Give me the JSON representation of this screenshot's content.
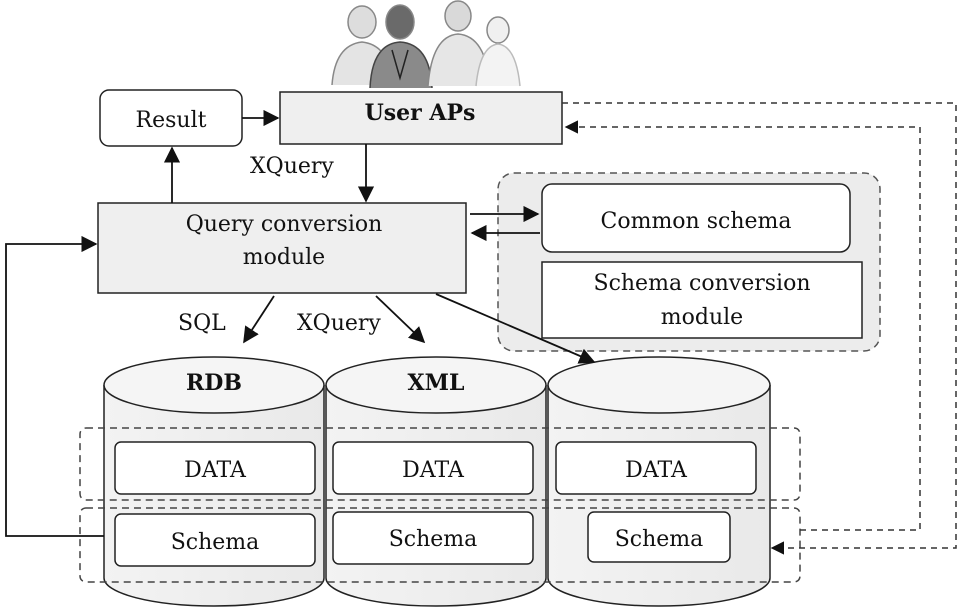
{
  "nodes": {
    "result": "Result",
    "user_aps": "User APs",
    "query_conversion": [
      "Query conversion",
      "module"
    ],
    "common_schema": "Common schema",
    "schema_conversion": [
      "Schema conversion",
      "module"
    ]
  },
  "edge_labels": {
    "xquery_top": "XQuery",
    "sql": "SQL",
    "xquery_mid": "XQuery"
  },
  "databases": [
    {
      "name": "RDB",
      "data": "DATA",
      "schema": "Schema"
    },
    {
      "name": "XML",
      "data": "DATA",
      "schema": "Schema"
    },
    {
      "name": "",
      "data": "DATA",
      "schema": "Schema"
    }
  ],
  "people_icon": "users-group-icon"
}
